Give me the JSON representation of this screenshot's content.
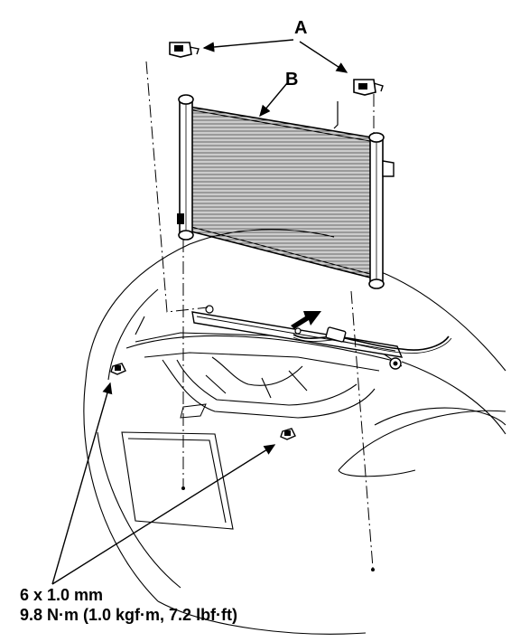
{
  "callouts": {
    "a": "A",
    "b": "B"
  },
  "fastener_spec": {
    "size": "6 x 1.0 mm",
    "torque": "9.8 N·m (1.0 kgf·m, 7.2 lbf·ft)"
  }
}
